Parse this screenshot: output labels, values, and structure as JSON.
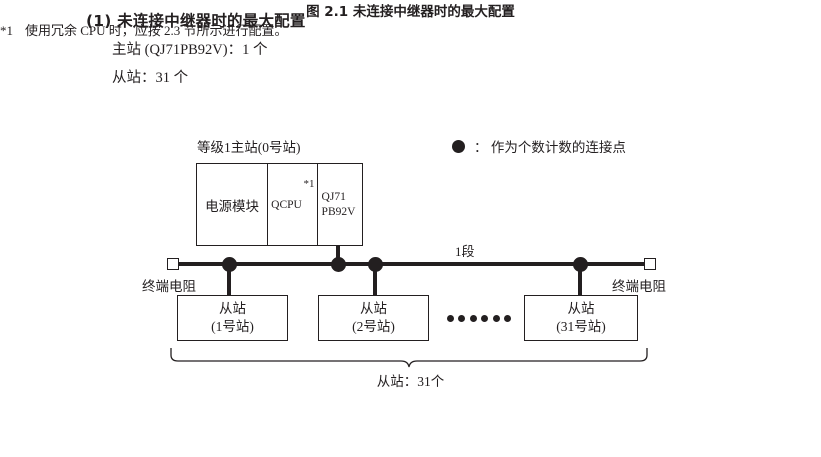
{
  "heading": {
    "section_title": "(1) 未连接中继器时的最大配置",
    "spec_master": "主站 (QJ71PB92V)：1 个",
    "spec_slave": "从站：31 个"
  },
  "legend": {
    "symbol": "filled-circle",
    "text": "： 作为个数计数的连接点"
  },
  "diagram": {
    "master_label": "等级1主站(0号站)",
    "rack": {
      "power_module": "电源模块",
      "cpu": "QCPU",
      "cpu_footnote_marker": "*1",
      "module_line1": "QJ71",
      "module_line2": "PB92V"
    },
    "segment_label": "1段",
    "terminator_left_label": "终端电阻",
    "terminator_right_label": "终端电阻",
    "slaves": [
      {
        "line1": "从站",
        "line2": "(1号站)"
      },
      {
        "line1": "从站",
        "line2": "(2号站)"
      },
      {
        "line1": "从站",
        "line2": "(31号站)"
      }
    ],
    "ellipsis_dot_count": 6,
    "bus_dot_count": 4,
    "brace_caption": "从站：31个"
  },
  "caption": {
    "figure": "图 2.1  未连接中继器时的最大配置",
    "footnote_marker": "*1",
    "footnote_text": "使用冗余 CPU 时，应按 2.3 节所示进行配置。"
  },
  "colors": {
    "ink": "#231f20",
    "background": "#ffffff"
  }
}
